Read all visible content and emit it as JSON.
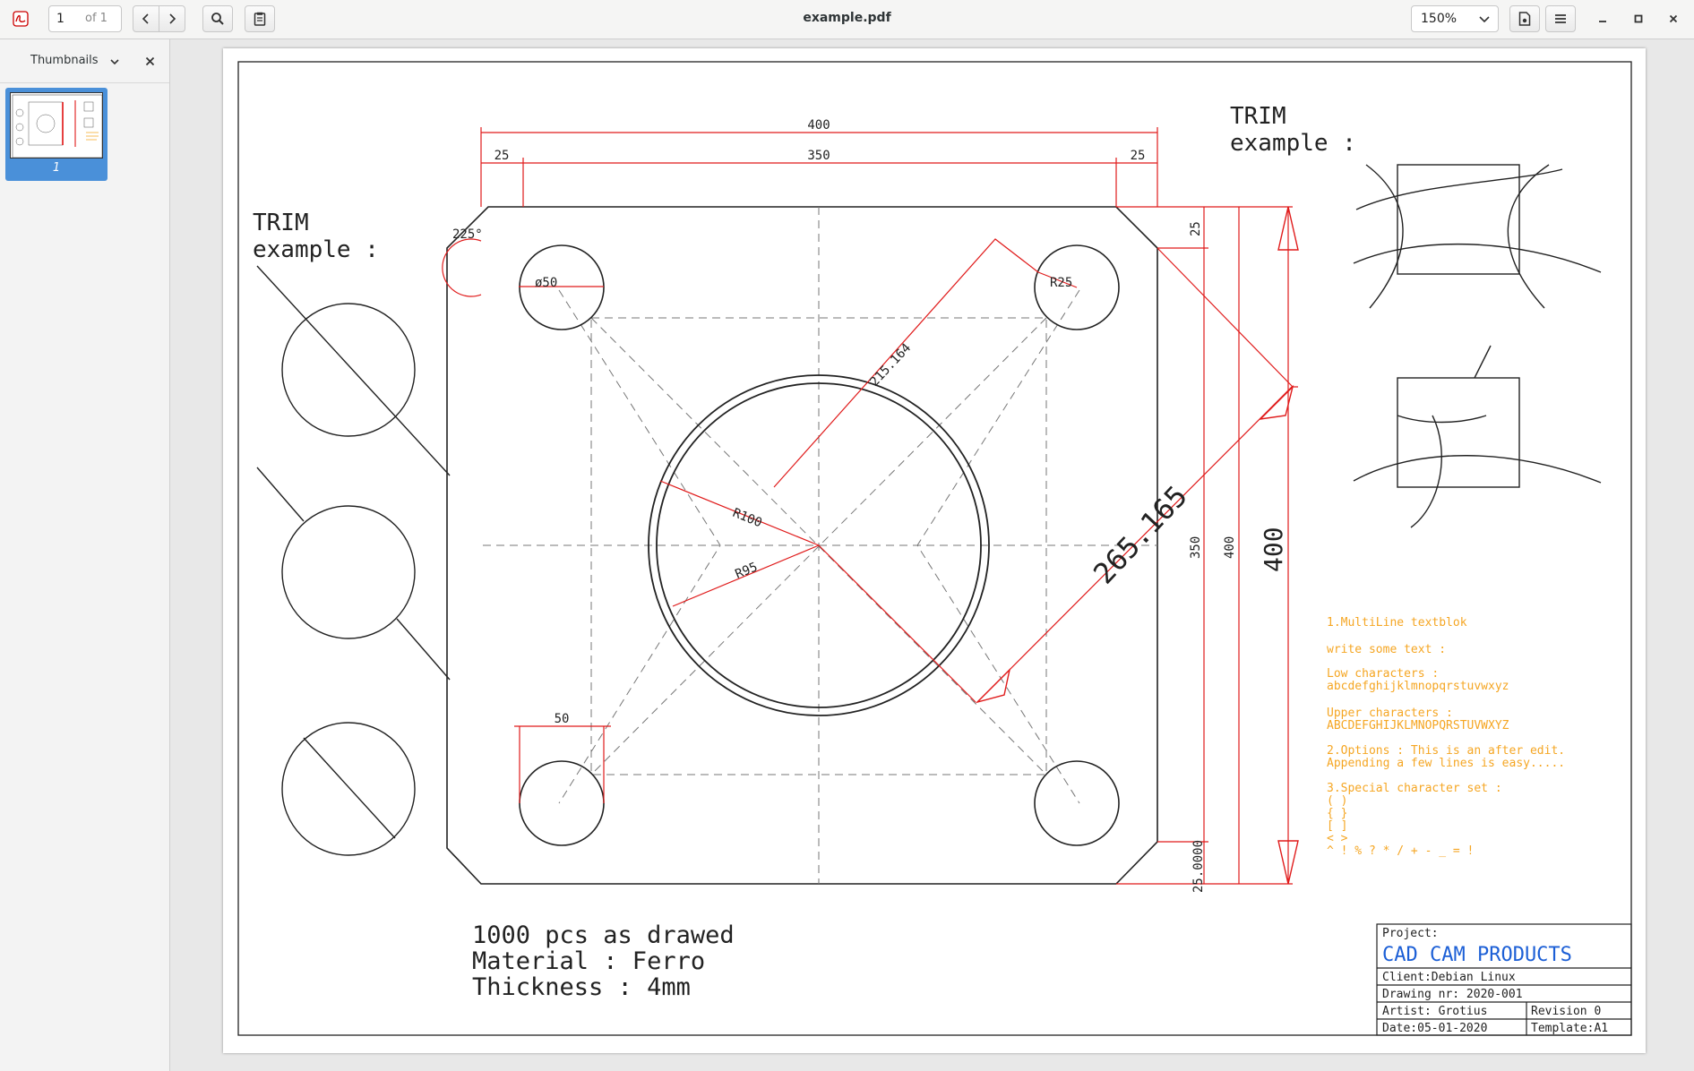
{
  "toolbar": {
    "page_number": "1",
    "page_of": "of 1",
    "title": "example.pdf",
    "zoom": "150%"
  },
  "sidebar": {
    "label": "Thumbnails",
    "thumbnail_page": "1"
  },
  "drawing": {
    "left_trim": [
      "TRIM",
      "example :"
    ],
    "right_trim": [
      "TRIM",
      "example :"
    ],
    "dims": {
      "overall_width": "400",
      "inner_width": "350",
      "left_margin": "25",
      "right_margin": "25",
      "angle": "225°",
      "hole_diameter": "ø50",
      "corner_radius": "R25",
      "diag1": "215.164",
      "r100": "R100",
      "r95": "R95",
      "diag2": "265.165",
      "vert25": "25",
      "vert350": "350",
      "vert400_small": "400",
      "vert400_large": "400",
      "bottom_25": "25.0000",
      "width_50": "50"
    },
    "notes": [
      "1000 pcs as drawed",
      "Material  : Ferro",
      "Thickness  :  4mm"
    ],
    "textblock": [
      "1.MultiLine textblok",
      "write some text  :",
      "Low characters  :",
      "abcdefghijklmnopqrstuvwxyz",
      "Upper characters  :",
      "ABCDEFGHIJKLMNOPQRSTUVWXYZ",
      "2.Options  :  This is an after edit.",
      "Appending a few lines is easy.....",
      "3.Special  character  set  :",
      "( )",
      "{ }",
      "[ ]",
      "< >",
      "^ ! % ? * / + - _ = !"
    ],
    "title_block": {
      "project_label": "Project:",
      "project_name": "CAD CAM PRODUCTS",
      "client": "Client:Debian Linux",
      "drawing_nr": "Drawing nr: 2020-001",
      "artist": "Artist: Grotius",
      "revision": "Revision   0",
      "date": "Date:05-01-2020",
      "template": "Template:A1"
    }
  },
  "colors": {
    "dim": "#e01b1b",
    "text_orange": "#f5a623",
    "project_blue": "#1c5fd6",
    "thumb_select": "#4a90d9"
  }
}
